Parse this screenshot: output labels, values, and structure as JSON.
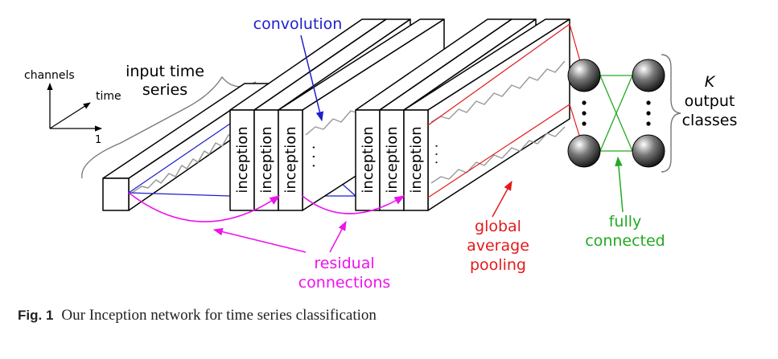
{
  "diagram": {
    "axes": {
      "channels": "channels",
      "time": "time",
      "one": "1"
    },
    "input_label": [
      "input time",
      "series"
    ],
    "convolution_label": "convolution",
    "module_label": "inception",
    "residual_label": [
      "residual",
      "connections"
    ],
    "gap_label": [
      "global",
      "average",
      "pooling"
    ],
    "fc_label": [
      "fully",
      "connected"
    ],
    "output_label": [
      "K",
      "output",
      "classes"
    ],
    "ellipsis": "· · ·",
    "colors": {
      "conv": "#1f1fcc",
      "residual": "#ee11ee",
      "gap": "#e31a1c",
      "fc": "#22aa22",
      "outline": "#000000"
    }
  },
  "caption": {
    "number": "Fig. 1",
    "text": "Our Inception network for time series classification"
  }
}
